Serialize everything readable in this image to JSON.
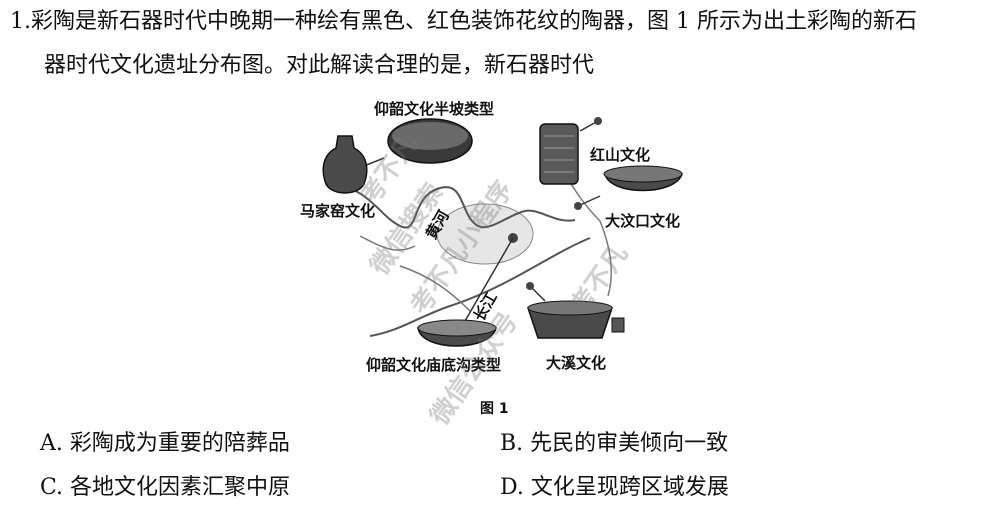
{
  "question": {
    "line1": "1.彩陶是新石器时代中晚期一种绘有黑色、红色装饰花纹的陶器，图 1 所示为出土彩陶的新石",
    "line2": "器时代文化遗址分布图。对此解读合理的是，新石器时代"
  },
  "figure": {
    "labels": {
      "yangshao_banpo": "仰韶文化半坡类型",
      "hongshan": "红山文化",
      "majiayao": "马家窑文化",
      "dawenkou": "大汶口文化",
      "yellow_river": "黄河",
      "yangtze": "长江",
      "yangshao_miaodigou": "仰韶文化庙底沟类型",
      "daxi": "大溪文化"
    },
    "caption": "图 1"
  },
  "options": {
    "a": "A. 彩陶成为重要的陪葬品",
    "b": "B. 先民的审美倾向一致",
    "c": "C. 各地文化因素汇聚中原",
    "d": "D. 文化呈现跨区域发展"
  },
  "watermark": {
    "text1": "考不凡",
    "text2": "微信搜索",
    "text3": "考不凡小程序",
    "text4": "微信公众号",
    "text5": "考不凡"
  },
  "colors": {
    "text": "#111111",
    "pottery": "#3a3a3a",
    "river": "#555555",
    "watermark": "#888888"
  }
}
